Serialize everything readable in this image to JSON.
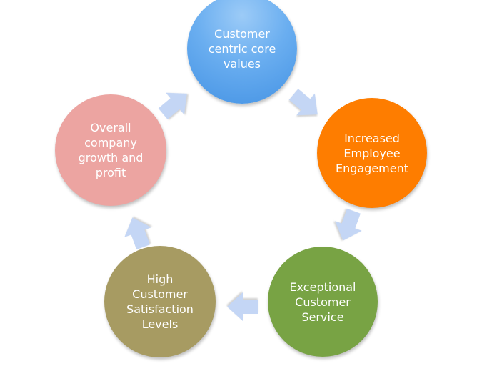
{
  "diagram": {
    "type": "cycle",
    "nodes": [
      {
        "id": "customer-centric-core-values",
        "label": "Customer\ncentric core\nvalues",
        "color": "#5fa6ee"
      },
      {
        "id": "increased-employee-engagement",
        "label": "Increased\nEmployee\nEngagement",
        "color": "#fe7d00"
      },
      {
        "id": "exceptional-customer-service",
        "label": "Exceptional\nCustomer\nService",
        "color": "#78a344"
      },
      {
        "id": "high-customer-satisfaction-levels",
        "label": "High\nCustomer\nSatisfaction\nLevels",
        "color": "#a79b62"
      },
      {
        "id": "overall-company-growth-and-profit",
        "label": "Overall\ncompany\ngrowth and\nprofit",
        "color": "#eca4a1"
      }
    ],
    "edges": [
      {
        "from": "customer-centric-core-values",
        "to": "increased-employee-engagement"
      },
      {
        "from": "increased-employee-engagement",
        "to": "exceptional-customer-service"
      },
      {
        "from": "exceptional-customer-service",
        "to": "high-customer-satisfaction-levels"
      },
      {
        "from": "high-customer-satisfaction-levels",
        "to": "overall-company-growth-and-profit"
      },
      {
        "from": "overall-company-growth-and-profit",
        "to": "customer-centric-core-values"
      }
    ],
    "arrow_color": "#c4d6f5"
  }
}
